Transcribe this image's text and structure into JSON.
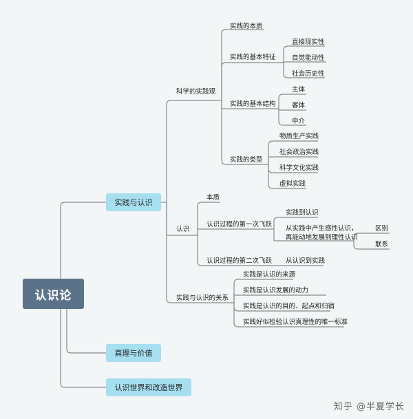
{
  "root": "认识论",
  "branches": {
    "practice": "实践与认识",
    "truth": "真理与价值",
    "world": "认识世界和改造世界"
  },
  "sci": {
    "label": "科学的实践观",
    "essence": "实践的本质",
    "features": {
      "label": "实践的基本特征",
      "items": [
        "直接现实性",
        "自觉能动性",
        "社会历史性"
      ]
    },
    "structure": {
      "label": "实践的基本结构",
      "items": [
        "主体",
        "客体",
        "中介"
      ]
    },
    "types": {
      "label": "实践的类型",
      "items": [
        "物质生产实践",
        "社会政治实践",
        "科学文化实践",
        "虚拟实践"
      ]
    }
  },
  "cog": {
    "label": "认识",
    "essence": "本质",
    "leap1": {
      "label": "认识过程的第一次飞跃",
      "a": "实践到认识",
      "b": "从实践中产生感性认识，\n再能动地发展到理性认识",
      "diff": "区别",
      "link": "联系"
    },
    "leap2": {
      "label": "认识过程的第二次飞跃",
      "a": "从认识到实践"
    }
  },
  "rel": {
    "label": "实践与认识的关系",
    "items": [
      "实践是认识的来源",
      "实践是认识发展的动力",
      "实践是认识的目的、起点和归宿",
      "实践好似检验认识真理性的唯一标准"
    ]
  },
  "watermark": "知乎 @半夏学长",
  "colors": {
    "background": "#f2f6f7",
    "root": "#5b7389",
    "branch": "#a6dff0",
    "line": "#8a8a8a"
  }
}
